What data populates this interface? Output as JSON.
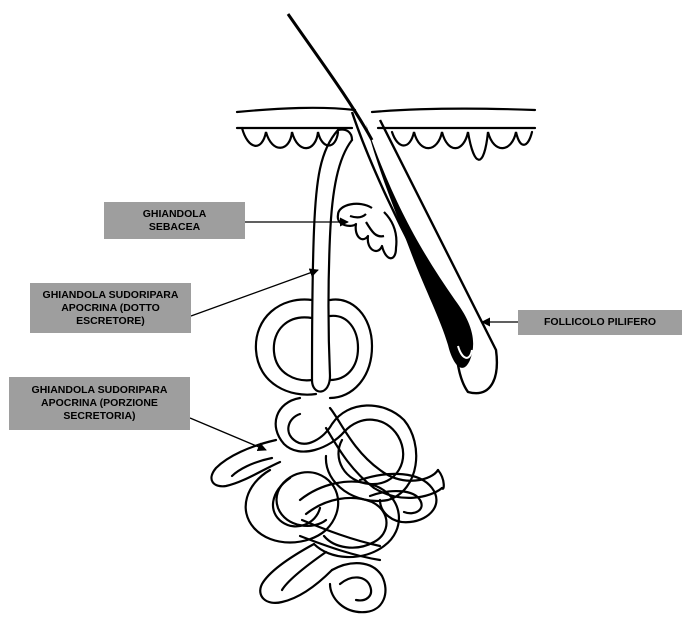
{
  "labels": {
    "sebaceous_gland": "GHIANDOLA\nSEBACEA",
    "apocrine_duct": "GHIANDOLA SUDORIPARA\nAPOCRINA (DOTTO\nESCRETORE)",
    "apocrine_secretory": "GHIANDOLA SUDORIPARA\nAPOCRINA (PORZIONE\nSECRETORIA)",
    "hair_follicle": "FOLLICOLO PILIFERO"
  },
  "colors": {
    "label_fill": "#9e9e9e",
    "ink": "#000000",
    "background": "#ffffff"
  }
}
